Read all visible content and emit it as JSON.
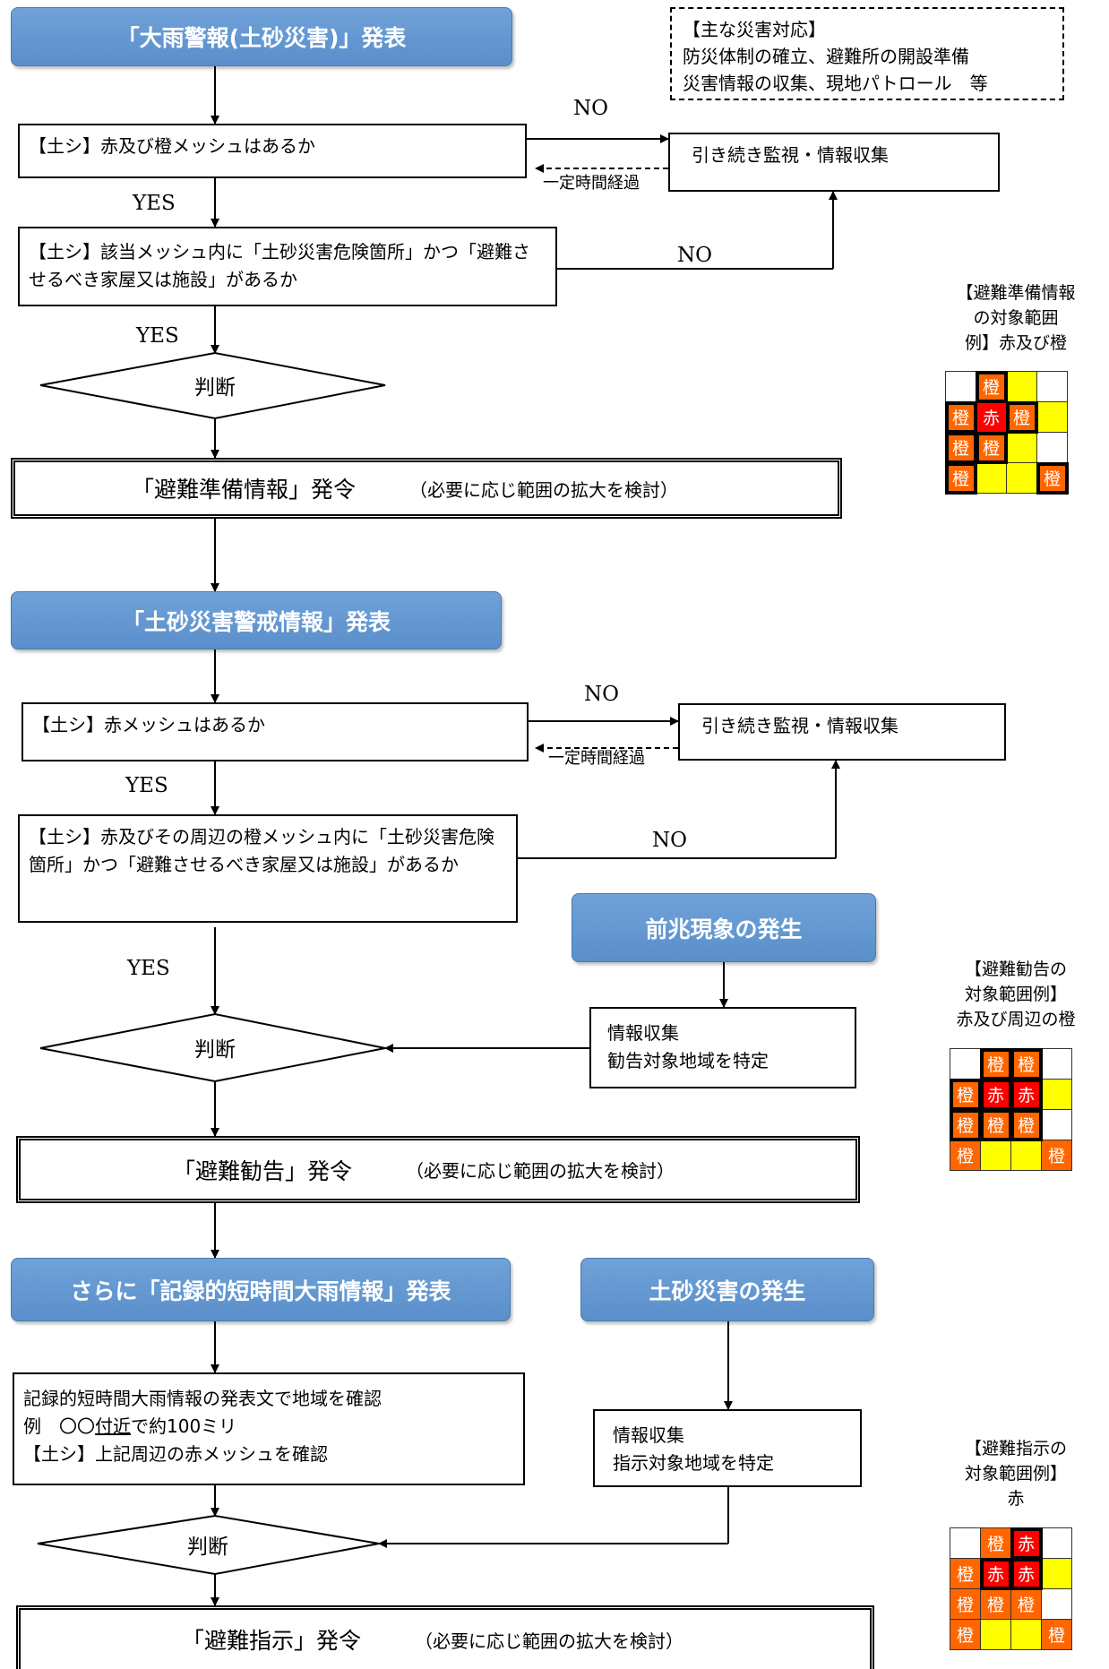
{
  "heavy_rain": {
    "header": "「大雨警報(土砂災害)」発表",
    "q1": "【土シ】赤及び橙メッシュはあるか",
    "q2": "【土シ】該当メッシュ内に「土砂災害危険箇所」かつ「避難させるべき家屋又は施設」があるか",
    "monitor": "引き続き監視・情報収集",
    "elapsed": "一定時間経過",
    "decision": "判断",
    "order_main": "「避難準備情報」発令",
    "order_note": "（必要に応じ範囲の拡大を検討）"
  },
  "main_response": {
    "title": "【主な災害対応】",
    "line1": "防災体制の確立、避難所の開設準備",
    "line2": "災害情報の収集、現地パトロール　等"
  },
  "warning": {
    "header": "「土砂災害警戒情報」発表",
    "q1": "【土シ】赤メッシュはあるか",
    "q2": "【土シ】赤及びその周辺の橙メッシュ内に「土砂災害危険箇所」かつ「避難させるべき家屋又は施設」があるか",
    "monitor": "引き続き監視・情報収集",
    "elapsed": "一定時間経過",
    "precursor": "前兆現象の発生",
    "info1": "情報収集",
    "info2": "勧告対象地域を特定",
    "decision": "判断",
    "order_main": "「避難勧告」発令",
    "order_note": "（必要に応じ範囲の拡大を検討）"
  },
  "record": {
    "header": "さらに「記録的短時間大雨情報」発表",
    "disaster": "土砂災害の発生",
    "line1": "記録的短時間大雨情報の発表文で地域を確認",
    "line2_pre": "例　〇〇",
    "line2_ul": "付近",
    "line2_post": "で約100ミリ",
    "line3": "【土シ】上記周辺の赤メッシュを確認",
    "info1": "情報収集",
    "info2": "指示対象地域を特定",
    "decision": "判断",
    "order_main": "「避難指示」発令",
    "order_note": "（必要に応じ範囲の拡大を検討）"
  },
  "labels": {
    "yes": "YES",
    "no": "NO"
  },
  "legend1": {
    "line1": "【避難準備情報",
    "line2": "の対象範囲",
    "line3": "例】赤及び橙"
  },
  "legend2": {
    "line1": "【避難勧告の",
    "line2": "対象範囲例】",
    "line3": "赤及び周辺の橙"
  },
  "legend3": {
    "line1": "【避難指示の",
    "line2": "対象範囲例】",
    "line3": "赤"
  },
  "mesh_labels": {
    "orange": "橙",
    "red": "赤"
  },
  "colors": {
    "blue_header": "#5b8fcb",
    "red": "#ff0000",
    "orange": "#ff6600",
    "yellow": "#ffff00"
  }
}
